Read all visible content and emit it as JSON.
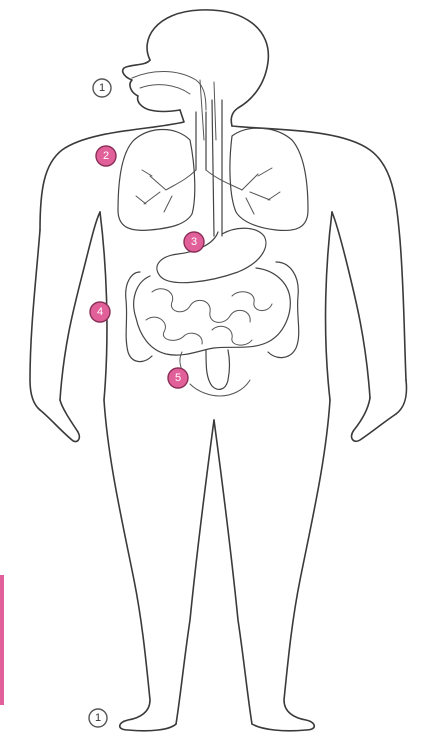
{
  "colors": {
    "line": "#3a3a3a",
    "marker_accent": "#e2609a",
    "marker_accent_text": "#ffffff",
    "marker_plain": "#ffffff",
    "marker_plain_text": "#333333",
    "side_bar": "#e2609a"
  },
  "markers": [
    {
      "label": "1",
      "style": "plain"
    },
    {
      "label": "2",
      "style": "accent"
    },
    {
      "label": "3",
      "style": "accent"
    },
    {
      "label": "4",
      "style": "accent"
    },
    {
      "label": "5",
      "style": "accent"
    },
    {
      "label": "1",
      "style": "plain"
    }
  ]
}
